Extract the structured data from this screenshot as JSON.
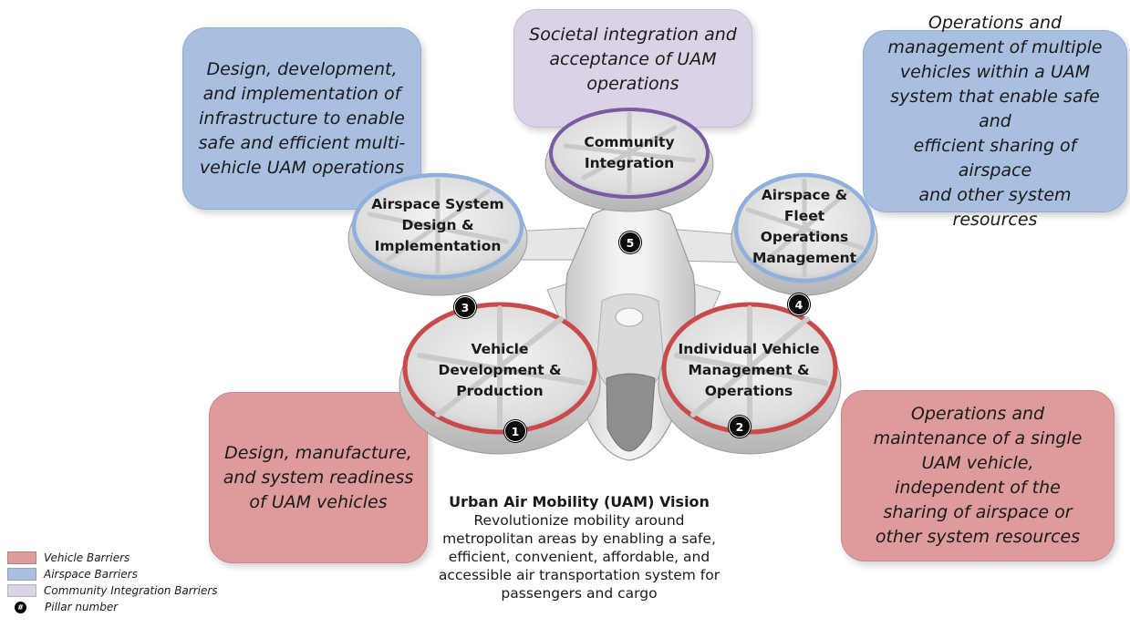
{
  "colors": {
    "vehicle": "#dd9b9b",
    "airspace": "#a9bfe0",
    "community": "#dcd2e5",
    "vehicle_ring": "#c94a4a",
    "airspace_ring": "#8fb0da",
    "community_ring": "#7a5aa0"
  },
  "boxes": {
    "airspace_system": "Design, development,\nand implementation of\ninfrastructure to enable\nsafe and efficient multi-\nvehicle UAM operations",
    "community": "Societal integration and\nacceptance of UAM\noperations",
    "airspace_fleet": "Operations and\nmanagement of multiple\nvehicles within a UAM\nsystem that enable safe and\nefficient sharing of airspace\nand other system resources",
    "vehicle_dev": "Design, manufacture,\nand system readiness\nof UAM vehicles",
    "individual_vehicle": "Operations and\nmaintenance of a single\nUAM vehicle,\nindependent of the\nsharing of airspace or\nother system resources"
  },
  "rotors": {
    "community": "Community\nIntegration",
    "airspace_system": "Airspace System\nDesign &\nImplementation",
    "airspace_fleet": "Airspace &\nFleet\nOperations\nManagement",
    "vehicle_dev": "Vehicle\nDevelopment &\nProduction",
    "individual_vehicle": "Individual Vehicle\nManagement &\nOperations"
  },
  "pillars": {
    "p1": "1",
    "p2": "2",
    "p3": "3",
    "p4": "4",
    "p5": "5"
  },
  "vision": {
    "title": "Urban Air Mobility (UAM) Vision",
    "body": "Revolutionize mobility around\nmetropolitan areas by enabling a safe,\nefficient, convenient, affordable, and\naccessible air transportation system for\npassengers and cargo"
  },
  "legend": {
    "vehicle": "Vehicle Barriers",
    "airspace": "Airspace Barriers",
    "community": "Community Integration Barriers",
    "pillar_symbol": "#",
    "pillar": "Pillar number"
  }
}
